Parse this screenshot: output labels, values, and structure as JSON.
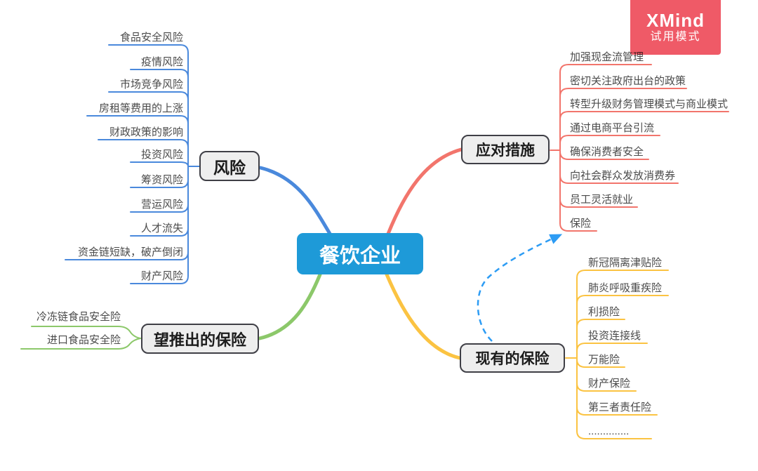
{
  "app": {
    "watermark": {
      "brand": "XMind",
      "mode_label": "试用模式"
    }
  },
  "colors": {
    "branch-blue": "#4A89DC",
    "branch-red": "#F2756C",
    "branch-green": "#8CC86A",
    "branch-yellow": "#FBC342",
    "root-fill": "#1E9AD8",
    "node-fill": "#EEEEEE",
    "node-border": "#3F3F46",
    "topic-text": "#4B4B4B",
    "relationship-blue": "#2D9CF4",
    "watermark-red": "#EF5A67"
  },
  "mindmap": {
    "root": {
      "label": "餐饮企业"
    },
    "branches": [
      {
        "label": "风险",
        "color": "#4A89DC",
        "children": [
          "食品安全风险",
          "疫情风险",
          "市场竞争风险",
          "房租等费用的上涨",
          "财政政策的影响",
          "投资风险",
          "筹资风险",
          "营运风险",
          "人才流失",
          "资金链短缺，破产倒闭",
          "财产风险"
        ]
      },
      {
        "label": "应对措施",
        "color": "#F2756C",
        "children": [
          "加强现金流管理",
          "密切关注政府出台的政策",
          "转型升级财务管理模式与商业模式",
          "通过电商平台引流",
          "确保消费者安全",
          "向社会群众发放消费券",
          "员工灵活就业",
          "保险"
        ]
      },
      {
        "label": "现有的保险",
        "color": "#FBC342",
        "children": [
          "新冠隔离津贴险",
          "肺炎呼吸重疾险",
          "利损险",
          "投资连接线",
          "万能险",
          "财产保险",
          "第三者责任险",
          ".............."
        ]
      },
      {
        "label": "望推出的保险",
        "color": "#8CC86A",
        "children": [
          "冷冻链食品安全险",
          "进口食品安全险"
        ]
      }
    ],
    "relationship": {
      "from": "现有的保险",
      "to": "保险",
      "style": "dashed-arrow"
    }
  }
}
